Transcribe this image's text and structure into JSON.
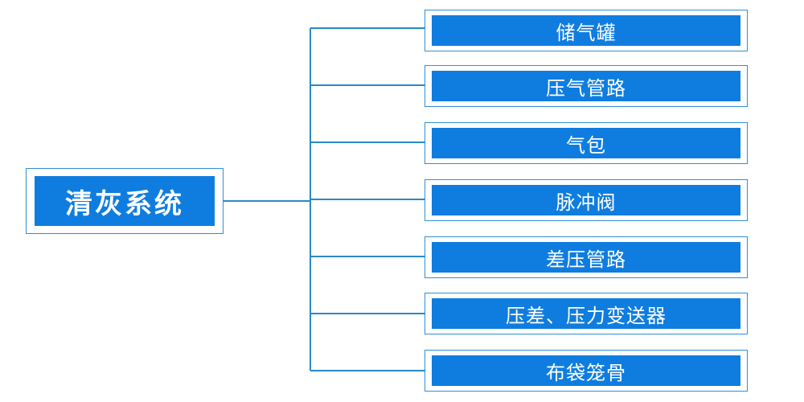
{
  "diagram": {
    "root": {
      "label": "清灰系统"
    },
    "children": [
      {
        "label": "储气罐"
      },
      {
        "label": "压气管路"
      },
      {
        "label": "气包"
      },
      {
        "label": "脉冲阀"
      },
      {
        "label": "差压管路"
      },
      {
        "label": "压差、压力变送器"
      },
      {
        "label": "布袋笼骨"
      }
    ]
  },
  "colors": {
    "box_fill": "#0f7ddf",
    "box_border": "#2f8fd6",
    "connector": "#2a88c8",
    "text": "#ffffff"
  }
}
